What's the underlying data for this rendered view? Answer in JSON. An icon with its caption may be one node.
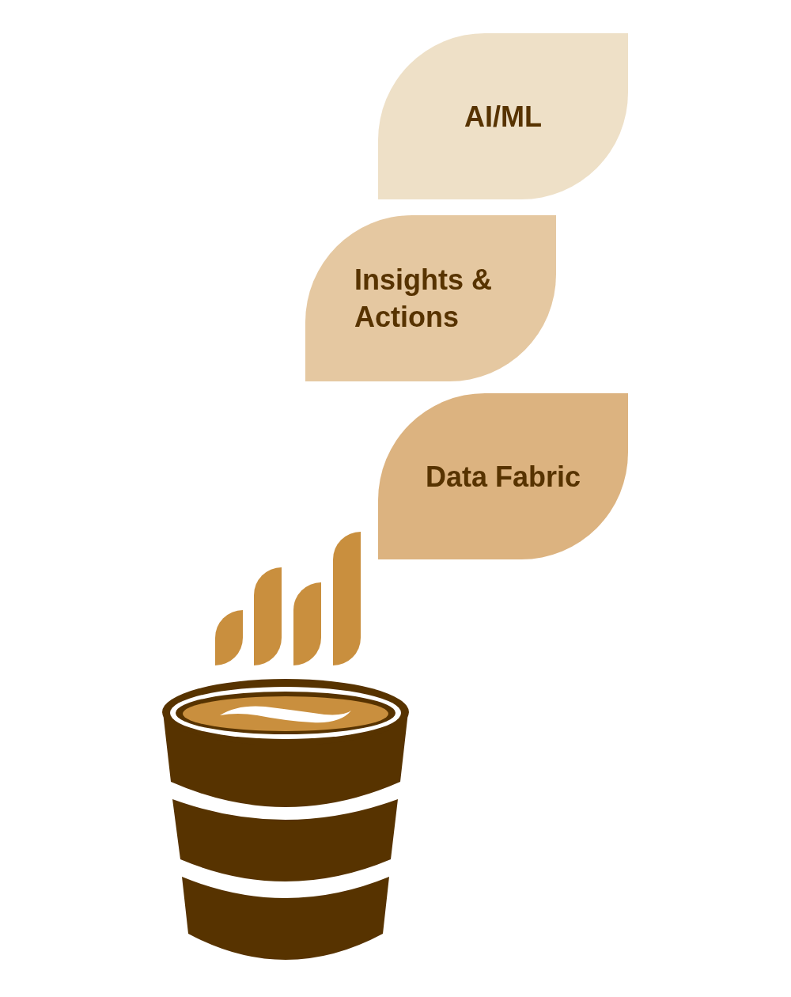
{
  "diagram": {
    "nodes": [
      {
        "text": [
          "AI/ML"
        ]
      },
      {
        "text": [
          "Insights & Actions"
        ]
      },
      {
        "text": [
          "Data Fabric"
        ]
      }
    ]
  }
}
